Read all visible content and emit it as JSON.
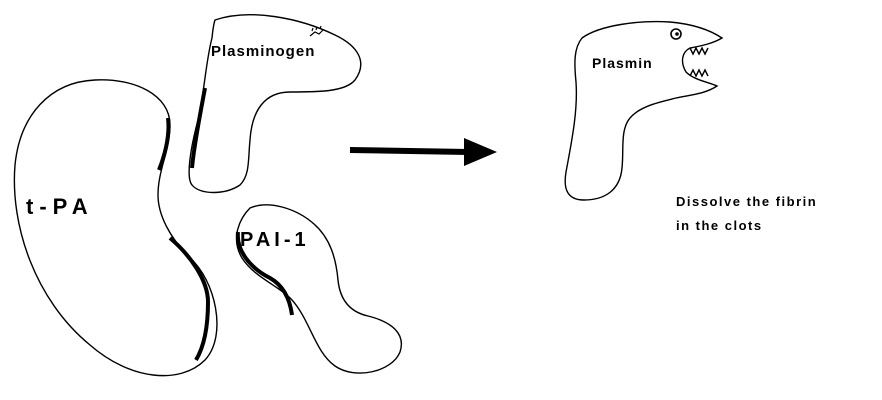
{
  "labels": {
    "tpa": "t-PA",
    "plasminogen": "Plasminogen",
    "pai1": "PAI-1",
    "plasmin": "Plasmin"
  },
  "note": {
    "line1": "Dissolve the fibrin",
    "line2": "in the clots"
  },
  "colors": {
    "ink": "#000000",
    "background": "#ffffff"
  }
}
